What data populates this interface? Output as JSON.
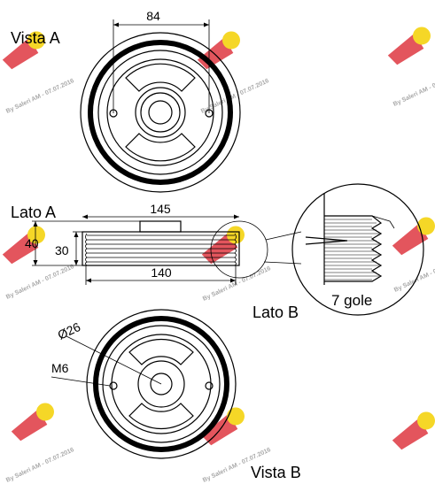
{
  "labels": {
    "vista_a": "Vista A",
    "lato_a": "Lato A",
    "lato_b": "Lato B",
    "vista_b": "Vista B",
    "gole": "7 gole"
  },
  "dimensions": {
    "d84": "84",
    "d145": "145",
    "d140": "140",
    "d40": "40",
    "d30": "30",
    "d26": "Ø26",
    "m6": "M6"
  },
  "watermark": {
    "text": "By Saleri AM - 07.07.2016"
  },
  "colors": {
    "line": "#000000",
    "watermark_logo": "#d9202a",
    "watermark_yellow": "#f4d000",
    "watermark_text": "#9a9a9a"
  }
}
